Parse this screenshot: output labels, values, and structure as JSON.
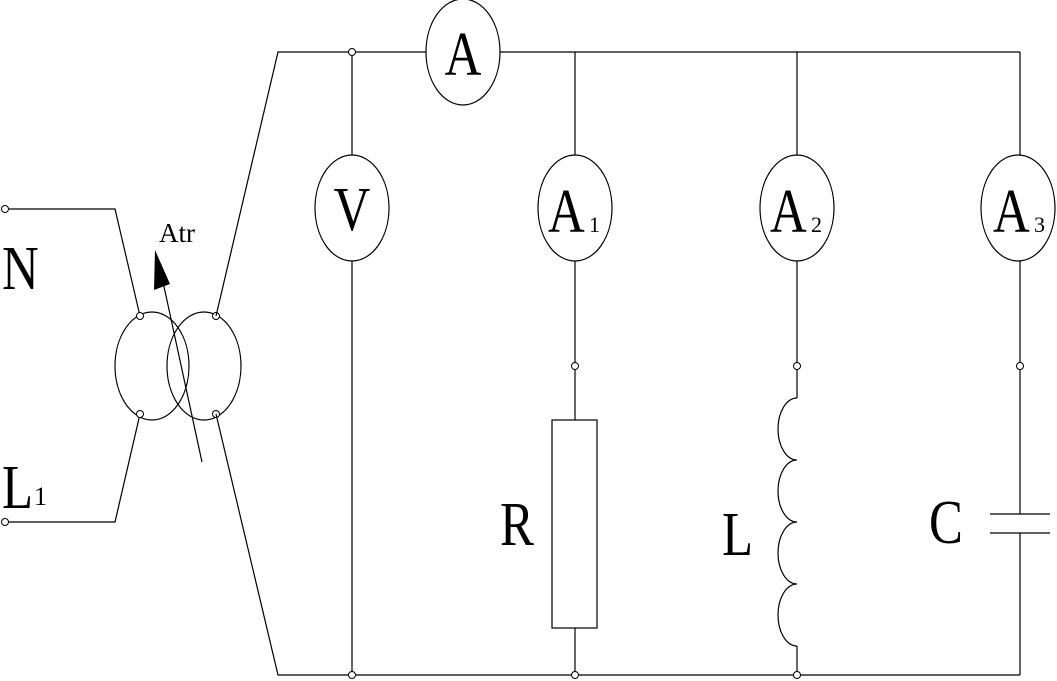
{
  "supply": {
    "neutral_label": "N",
    "line_label_main": "L",
    "line_label_sub": "1"
  },
  "autotransformer": {
    "label": "Atr"
  },
  "meters": {
    "main_ammeter": {
      "letter": "A"
    },
    "voltmeter": {
      "letter": "V"
    },
    "ammeter_1": {
      "letter": "A",
      "sub": "1"
    },
    "ammeter_2": {
      "letter": "A",
      "sub": "2"
    },
    "ammeter_3": {
      "letter": "A",
      "sub": "3"
    }
  },
  "components": {
    "resistor": {
      "label": "R"
    },
    "inductor": {
      "label": "L"
    },
    "capacitor": {
      "label": "C"
    }
  }
}
